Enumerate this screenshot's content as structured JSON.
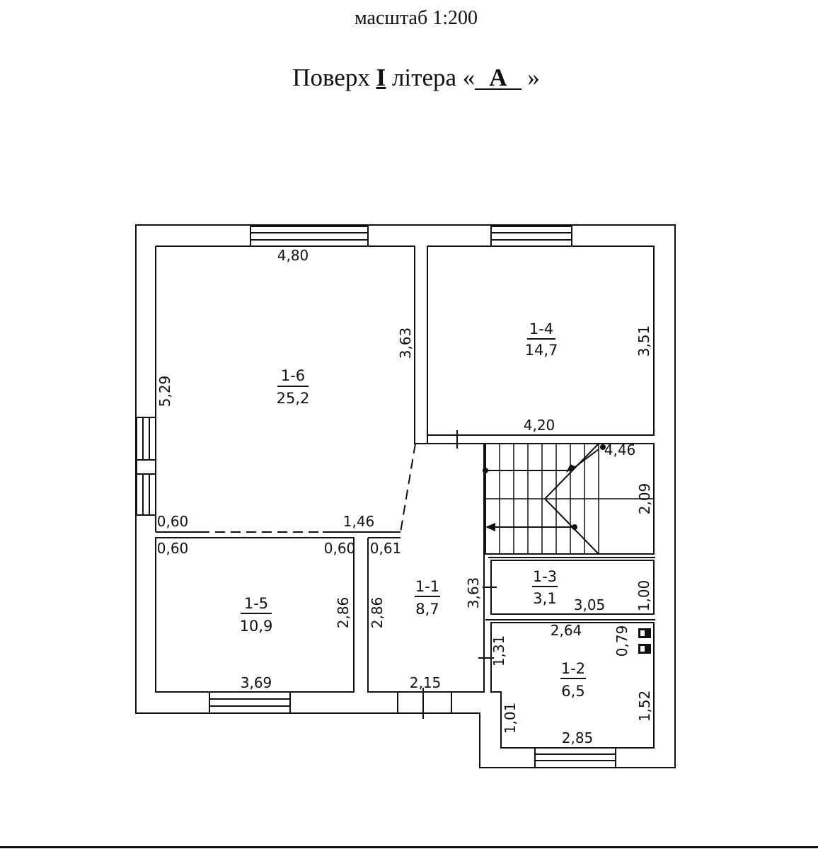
{
  "header": {
    "scale": "масштаб 1:200",
    "floor_prefix": "Поверх ",
    "floor_number": "I",
    "floor_middle": " літера «",
    "letter": "A",
    "floor_suffix": " »"
  },
  "rooms": [
    {
      "id": "1-6",
      "area": "25,2"
    },
    {
      "id": "1-4",
      "area": "14,7"
    },
    {
      "id": "1-5",
      "area": "10,9"
    },
    {
      "id": "1-1",
      "area": "8,7"
    },
    {
      "id": "1-3",
      "area": "3,1"
    },
    {
      "id": "1-2",
      "area": "6,5"
    }
  ],
  "dimensions": {
    "d_480": "4,80",
    "d_363a": "3,63",
    "d_529": "5,29",
    "d_351": "3,51",
    "d_420": "4,20",
    "d_446": "4,46",
    "d_209": "2,09",
    "d_060a": "0,60",
    "d_146": "1,46",
    "d_060b": "0,60",
    "d_060c": "0,60",
    "d_061": "0,61",
    "d_363b": "3,63",
    "d_100": "1,00",
    "d_305": "3,05",
    "d_286a": "2,86",
    "d_286b": "2,86",
    "d_264": "2,64",
    "d_079": "0,79",
    "d_131": "1,31",
    "d_369": "3,69",
    "d_215": "2,15",
    "d_101": "1,01",
    "d_152": "1,52",
    "d_285": "2,85"
  }
}
